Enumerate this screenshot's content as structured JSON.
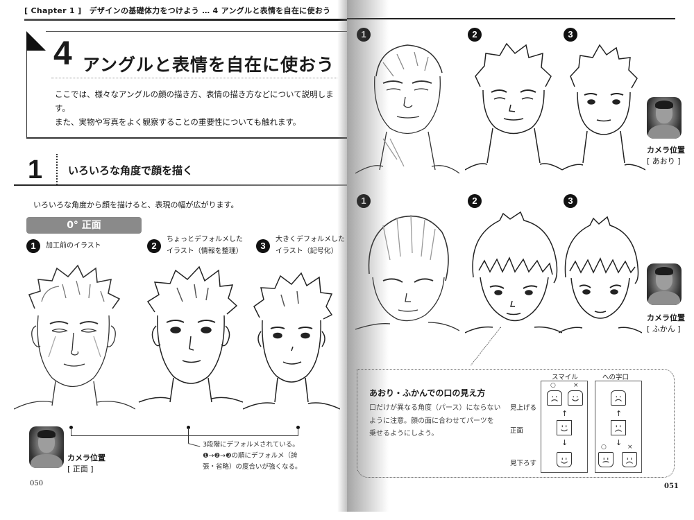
{
  "left_page": {
    "running_header": "[ Chapter 1 ]　デザインの基礎体力をつけよう … 4  アングルと表情を自在に使おう",
    "chapter": {
      "number": "4",
      "title": "アングルと表情を自在に使おう",
      "description_lines": [
        "ここでは、様々なアングルの顔の描き方、表情の描き方などについて説明します。",
        "また、実物や写真をよく観察することの重要性についても触れます。"
      ]
    },
    "section": {
      "number": "1",
      "title": "いろいろな角度で顔を描く",
      "lead": "いろいろな角度から顔を描けると、表現の幅が広がります。"
    },
    "angle_label": "0° 正面",
    "steps": [
      {
        "badge": "1",
        "caption_lines": [
          "加工前のイラスト"
        ]
      },
      {
        "badge": "2",
        "caption_lines": [
          "ちょっとデフォルメした",
          "イラスト（情報を整理）"
        ]
      },
      {
        "badge": "3",
        "caption_lines": [
          "大きくデフォルメした",
          "イラスト（記号化）"
        ]
      }
    ],
    "bracket_note_lines": [
      "3段階にデフォルメされている。",
      "❶→❷→❸の順にデフォルメ（誇",
      "張・省略）の度合いが強くなる。"
    ],
    "camera": {
      "label": "カメラ位置",
      "position": "[ 正面 ]"
    },
    "page_number": "050"
  },
  "right_page": {
    "rows": [
      {
        "badges": [
          "1",
          "2",
          "3"
        ],
        "camera": {
          "label": "カメラ位置",
          "position": "[ あおり ]"
        }
      },
      {
        "badges": [
          "1",
          "2",
          "3"
        ],
        "camera": {
          "label": "カメラ位置",
          "position": "[ ふかん ]"
        }
      }
    ],
    "info_box": {
      "title": "あおり・ふかんでの口の見え方",
      "text_lines": [
        "口だけが異なる角度（パース）にならない",
        "ように注意。顔の面に合わせてパーツを",
        "乗せるようにしよう。"
      ],
      "row_labels": [
        "見上げる",
        "正面",
        "見下ろす"
      ],
      "columns": [
        {
          "heading": "スマイル",
          "good_mark": "○",
          "bad_mark": "×"
        },
        {
          "heading": "への字口",
          "good_mark": "○",
          "bad_mark": "×"
        }
      ],
      "arrow_up": "↑",
      "arrow_down": "↓"
    },
    "page_number": "051"
  }
}
